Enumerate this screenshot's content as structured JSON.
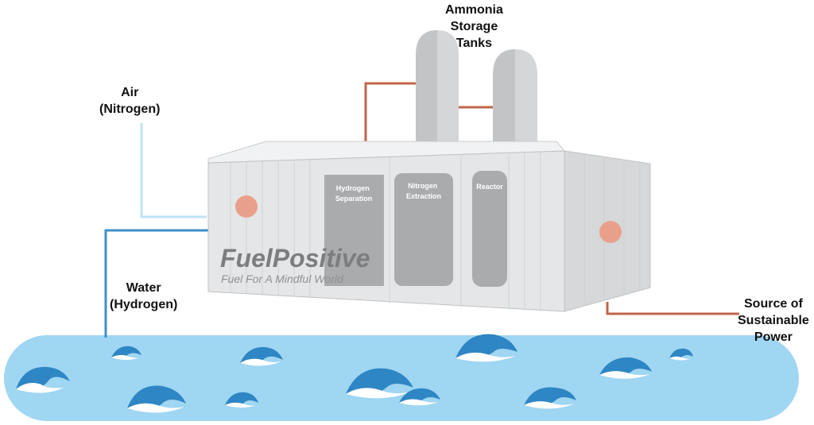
{
  "labels": {
    "air": [
      "Air",
      "(Nitrogen)"
    ],
    "water": [
      "Water",
      "(Hydrogen)"
    ],
    "ammonia": [
      "Ammonia",
      "Storage",
      "Tanks"
    ],
    "power": [
      "Source of",
      "Sustainable",
      "Power"
    ]
  },
  "panels": {
    "hydrogen": [
      "Hydrogen",
      "Separation"
    ],
    "nitrogen": [
      "Nitrogen",
      "Extraction"
    ],
    "reactor": [
      "Reactor"
    ]
  },
  "logo": {
    "name": "FuelPositive",
    "tagline": "Fuel For A Mindful World"
  },
  "colors": {
    "water": "#9fd6f2",
    "air_line": "#bfe3f7",
    "water_line": "#3c8fc9",
    "power_line": "#c0654a",
    "container": "#e4e6e8",
    "panel": "#a9abad"
  }
}
